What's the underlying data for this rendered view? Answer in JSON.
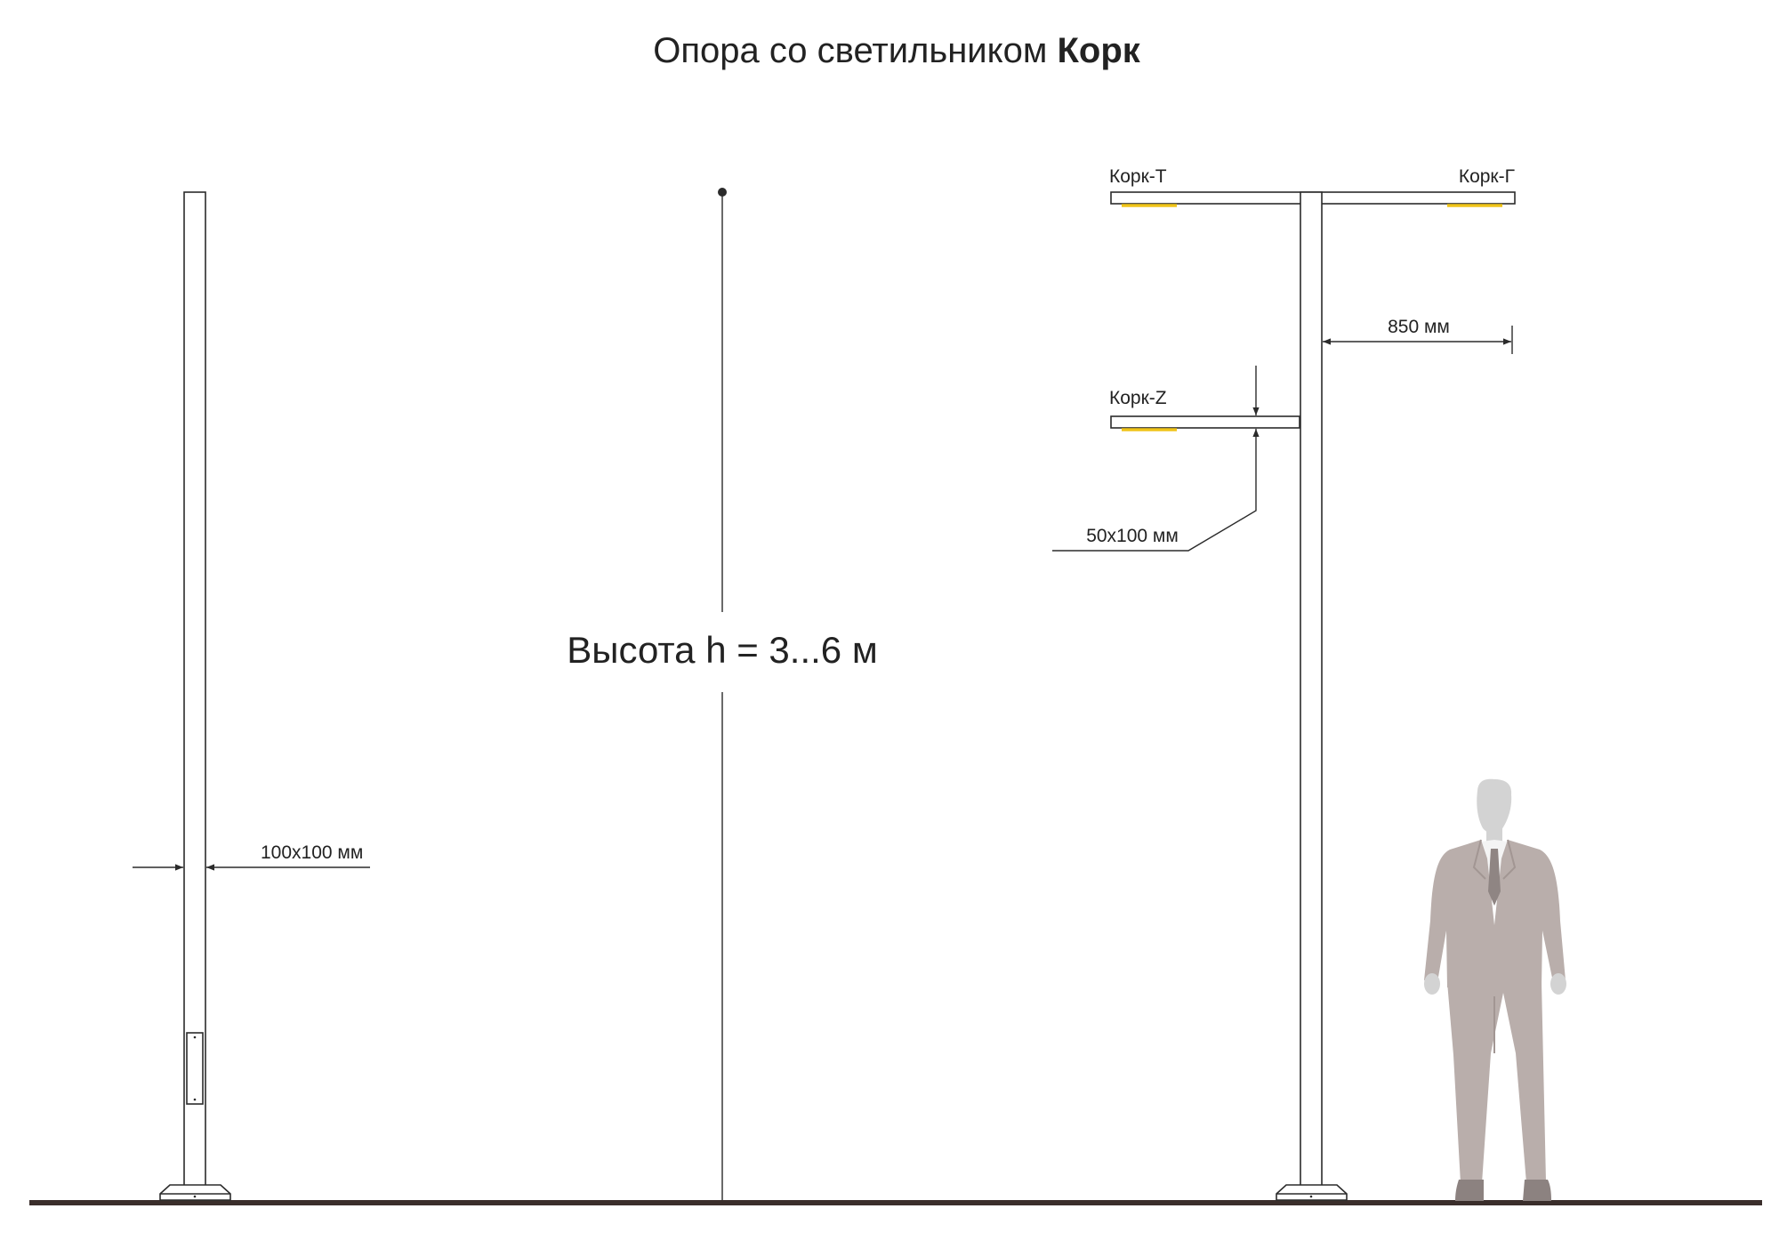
{
  "title": {
    "prefix": "Опора со светильником ",
    "product": "Корк"
  },
  "labels": {
    "pole_section": "100x100 мм",
    "height": "Высота h = 3...6 м",
    "arm_length": "850 мм",
    "arm_section": "50x100 мм",
    "fixture_t": "Корк-Т",
    "fixture_g": "Корк-Г",
    "fixture_z": "Корк-Z"
  },
  "colors": {
    "light_accent": "#f0c419",
    "ground": "#3a2e2b",
    "figure_suit": "#b9aeab",
    "figure_skin": "#d3d3d3"
  }
}
